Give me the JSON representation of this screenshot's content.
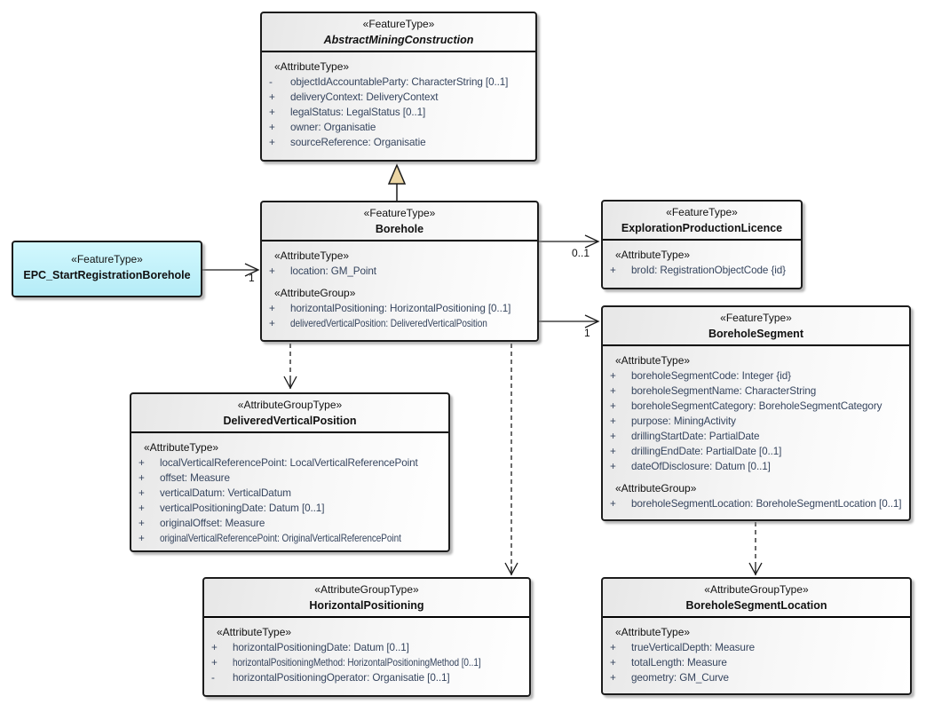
{
  "boxes": {
    "abstract_mining_construction": {
      "stereotype": "«FeatureType»",
      "name": "AbstractMiningConstruction",
      "attribute_type_label": "«AttributeType»",
      "attributes": [
        {
          "visibility": "-",
          "text": "objectIdAccountableParty: CharacterString [0..1]"
        },
        {
          "visibility": "+",
          "text": "deliveryContext: DeliveryContext"
        },
        {
          "visibility": "+",
          "text": "legalStatus: LegalStatus [0..1]"
        },
        {
          "visibility": "+",
          "text": "owner: Organisatie"
        },
        {
          "visibility": "+",
          "text": "sourceReference: Organisatie"
        }
      ]
    },
    "borehole": {
      "stereotype": "«FeatureType»",
      "name": "Borehole",
      "attribute_type_label": "«AttributeType»",
      "attributes": [
        {
          "visibility": "+",
          "text": "location: GM_Point"
        }
      ],
      "attribute_group_label": "«AttributeGroup»",
      "group_attributes": [
        {
          "visibility": "+",
          "text": "horizontalPositioning: HorizontalPositioning [0..1]"
        },
        {
          "visibility": "+",
          "text": "deliveredVerticalPosition: DeliveredVerticalPosition"
        }
      ]
    },
    "epc_start_registration_borehole": {
      "stereotype": "«FeatureType»",
      "name": "EPC_StartRegistrationBorehole"
    },
    "exploration_production_licence": {
      "stereotype": "«FeatureType»",
      "name": "ExplorationProductionLicence",
      "attribute_type_label": "«AttributeType»",
      "attributes": [
        {
          "visibility": "+",
          "text": "broId: RegistrationObjectCode {id}"
        }
      ]
    },
    "borehole_segment": {
      "stereotype": "«FeatureType»",
      "name": "BoreholeSegment",
      "attribute_type_label": "«AttributeType»",
      "attributes": [
        {
          "visibility": "+",
          "text": "boreholeSegmentCode: Integer {id}"
        },
        {
          "visibility": "+",
          "text": "boreholeSegmentName: CharacterString"
        },
        {
          "visibility": "+",
          "text": "boreholeSegmentCategory: BoreholeSegmentCategory"
        },
        {
          "visibility": "+",
          "text": "purpose: MiningActivity"
        },
        {
          "visibility": "+",
          "text": "drillingStartDate: PartialDate"
        },
        {
          "visibility": "+",
          "text": "drillingEndDate: PartialDate [0..1]"
        },
        {
          "visibility": "+",
          "text": "dateOfDisclosure: Datum [0..1]"
        }
      ],
      "attribute_group_label": "«AttributeGroup»",
      "group_attributes": [
        {
          "visibility": "+",
          "text": "boreholeSegmentLocation: BoreholeSegmentLocation [0..1]"
        }
      ]
    },
    "delivered_vertical_position": {
      "stereotype": "«AttributeGroupType»",
      "name": "DeliveredVerticalPosition",
      "attribute_type_label": "«AttributeType»",
      "attributes": [
        {
          "visibility": "+",
          "text": "localVerticalReferencePoint: LocalVerticalReferencePoint"
        },
        {
          "visibility": "+",
          "text": "offset: Measure"
        },
        {
          "visibility": "+",
          "text": "verticalDatum: VerticalDatum"
        },
        {
          "visibility": "+",
          "text": "verticalPositioningDate: Datum [0..1]"
        },
        {
          "visibility": "+",
          "text": "originalOffset: Measure"
        },
        {
          "visibility": "+",
          "text": "originalVerticalReferencePoint: OriginalVerticalReferencePoint"
        }
      ]
    },
    "horizontal_positioning": {
      "stereotype": "«AttributeGroupType»",
      "name": "HorizontalPositioning",
      "attribute_type_label": "«AttributeType»",
      "attributes": [
        {
          "visibility": "+",
          "text": "horizontalPositioningDate: Datum [0..1]"
        },
        {
          "visibility": "+",
          "text": "horizontalPositioningMethod: HorizontalPositioningMethod [0..1]"
        },
        {
          "visibility": "-",
          "text": "horizontalPositioningOperator: Organisatie [0..1]"
        }
      ]
    },
    "borehole_segment_location": {
      "stereotype": "«AttributeGroupType»",
      "name": "BoreholeSegmentLocation",
      "attribute_type_label": "«AttributeType»",
      "attributes": [
        {
          "visibility": "+",
          "text": "trueVerticalDepth: Measure"
        },
        {
          "visibility": "+",
          "text": "totalLength: Measure"
        },
        {
          "visibility": "+",
          "text": "geometry: GM_Curve"
        }
      ]
    }
  },
  "connectors": {
    "epc_to_borehole_multiplicity": "1",
    "borehole_to_licence_multiplicity": "0..1",
    "borehole_to_segment_multiplicity": "1"
  },
  "colors": {
    "box_border": "#1c1c1c",
    "box_fill_gradient_start": "#e7e7e7",
    "box_fill_gradient_end": "#ffffff",
    "highlight_box_fill": "#c5f3fb",
    "generalization_triangle_fill": "#ecd6a4",
    "attribute_text": "#36455e"
  }
}
